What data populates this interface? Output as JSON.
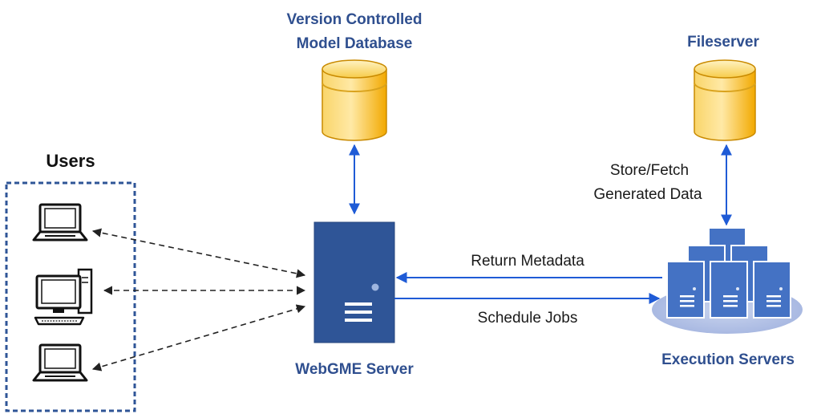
{
  "nodes": {
    "users": {
      "label": "Users"
    },
    "database": {
      "label_line1": "Version Controlled",
      "label_line2": "Model Database"
    },
    "fileserver": {
      "label": "Fileserver"
    },
    "webgme": {
      "label": "WebGME Server"
    },
    "execution": {
      "label": "Execution Servers"
    }
  },
  "edges": {
    "store_fetch": {
      "line1": "Store/Fetch",
      "line2": "Generated Data"
    },
    "return_metadata": {
      "label": "Return Metadata"
    },
    "schedule_jobs": {
      "label": "Schedule Jobs"
    }
  },
  "colors": {
    "accent_blue": "#1f5bd6",
    "server_blue": "#2f5597",
    "label_blue": "#2f4f8f",
    "cylinder_gold": "#f4b400"
  },
  "icons": [
    "laptop-icon",
    "desktop-icon",
    "database-icon",
    "server-icon",
    "server-cluster-icon"
  ]
}
